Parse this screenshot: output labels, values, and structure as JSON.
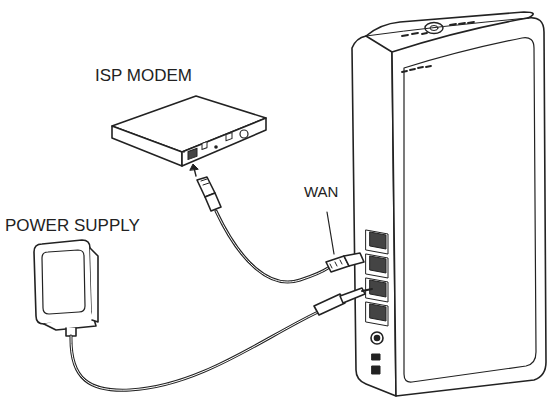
{
  "diagram": {
    "labels": [
      "ISP MODEM",
      "POWER SUPPLY",
      "WAN"
    ]
  }
}
